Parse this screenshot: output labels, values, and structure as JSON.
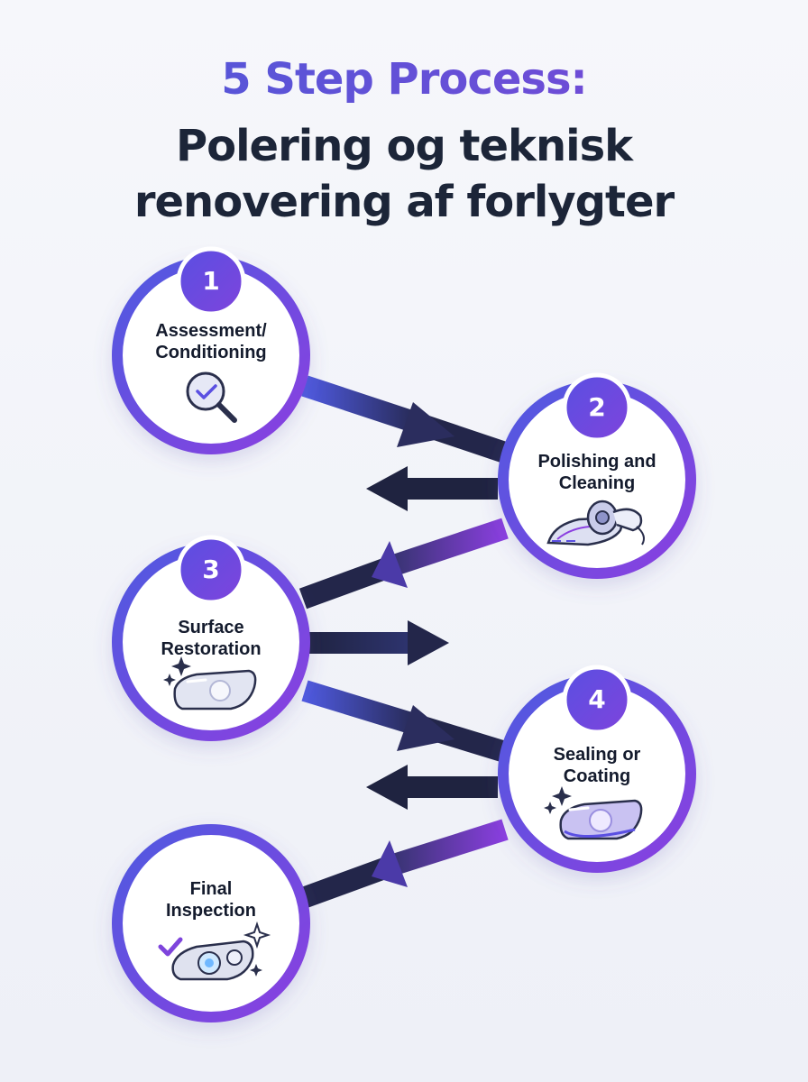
{
  "title": {
    "line1": "5 Step Process:",
    "line2": "Polering og teknisk",
    "line3": "renovering af forlygter"
  },
  "steps": [
    {
      "number": "1",
      "label_line1": "Assessment/",
      "label_line2": "Conditioning",
      "icon": "magnifier-check-icon"
    },
    {
      "number": "2",
      "label_line1": "Polishing and",
      "label_line2": "Cleaning",
      "icon": "polisher-icon"
    },
    {
      "number": "3",
      "label_line1": "Surface",
      "label_line2": "Restoration",
      "icon": "headlight-sparkle-icon"
    },
    {
      "number": "4",
      "label_line1": "Sealing or",
      "label_line2": "Coating",
      "icon": "coated-headlight-icon"
    },
    {
      "label_line1": "Final",
      "label_line2": "Inspection",
      "icon": "headlight-check-icon"
    }
  ],
  "colors": {
    "ring_start": "#4f5ae0",
    "ring_end": "#8b3fe0",
    "arrow_dark": "#1f2340",
    "title_dark": "#1c2538"
  }
}
